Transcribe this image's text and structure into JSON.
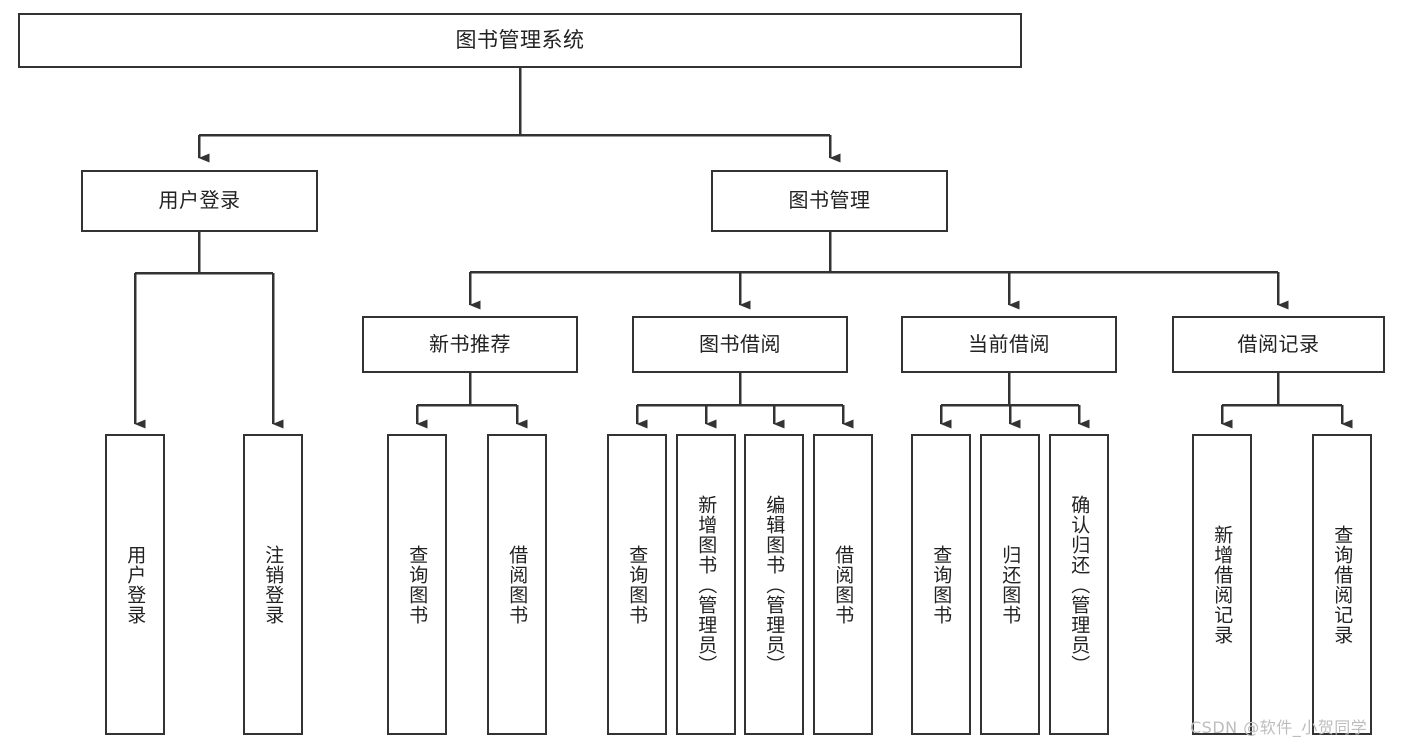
{
  "diagram": {
    "title": "图书管理系统",
    "type": "hierarchy-tree",
    "orientation": "top-down",
    "colors": {
      "stroke": "#333333",
      "fill": "#ffffff",
      "text": "#222222",
      "watermark": "#bdbdbd"
    },
    "levels": [
      {
        "level": 1,
        "nodes": [
          {
            "id": "root",
            "label": "图书管理系统",
            "text_orientation": "horizontal"
          }
        ]
      },
      {
        "level": 2,
        "nodes": [
          {
            "id": "n-user-login",
            "label": "用户登录",
            "text_orientation": "horizontal"
          },
          {
            "id": "n-book-manage",
            "label": "图书管理",
            "text_orientation": "horizontal"
          }
        ]
      },
      {
        "level": 3,
        "nodes": [
          {
            "id": "n-new-book-rec",
            "label": "新书推荐",
            "text_orientation": "horizontal"
          },
          {
            "id": "n-book-borrow",
            "label": "图书借阅",
            "text_orientation": "horizontal"
          },
          {
            "id": "n-current-borrow",
            "label": "当前借阅",
            "text_orientation": "horizontal"
          },
          {
            "id": "n-borrow-record",
            "label": "借阅记录",
            "text_orientation": "horizontal"
          }
        ]
      },
      {
        "level": 4,
        "nodes": [
          {
            "id": "leaf-user-login",
            "label": "用户登录",
            "text_orientation": "vertical",
            "parent": "n-user-login"
          },
          {
            "id": "leaf-logout-login",
            "label": "注销登录",
            "text_orientation": "vertical",
            "parent": "n-user-login"
          },
          {
            "id": "leaf-query-book-1",
            "label": "查询图书",
            "text_orientation": "vertical",
            "parent": "n-new-book-rec"
          },
          {
            "id": "leaf-borrow-book-1",
            "label": "借阅图书",
            "text_orientation": "vertical",
            "parent": "n-new-book-rec"
          },
          {
            "id": "leaf-query-book-2",
            "label": "查询图书",
            "text_orientation": "vertical",
            "parent": "n-book-borrow"
          },
          {
            "id": "leaf-add-book",
            "label": "新增图书（管理员）",
            "text_orientation": "vertical",
            "parent": "n-book-borrow"
          },
          {
            "id": "leaf-edit-book",
            "label": "编辑图书（管理员）",
            "text_orientation": "vertical",
            "parent": "n-book-borrow"
          },
          {
            "id": "leaf-borrow-book-2",
            "label": "借阅图书",
            "text_orientation": "vertical",
            "parent": "n-book-borrow"
          },
          {
            "id": "leaf-query-book-3",
            "label": "查询图书",
            "text_orientation": "vertical",
            "parent": "n-current-borrow"
          },
          {
            "id": "leaf-return-book",
            "label": "归还图书",
            "text_orientation": "vertical",
            "parent": "n-current-borrow"
          },
          {
            "id": "leaf-confirm-return",
            "label": "确认归还（管理员）",
            "text_orientation": "vertical",
            "parent": "n-current-borrow"
          },
          {
            "id": "leaf-add-record",
            "label": "新增借阅记录",
            "text_orientation": "vertical",
            "parent": "n-borrow-record"
          },
          {
            "id": "leaf-query-record",
            "label": "查询借阅记录",
            "text_orientation": "vertical",
            "parent": "n-borrow-record"
          }
        ]
      }
    ]
  },
  "watermark": {
    "text": "CSDN @软件_小贺同学"
  }
}
